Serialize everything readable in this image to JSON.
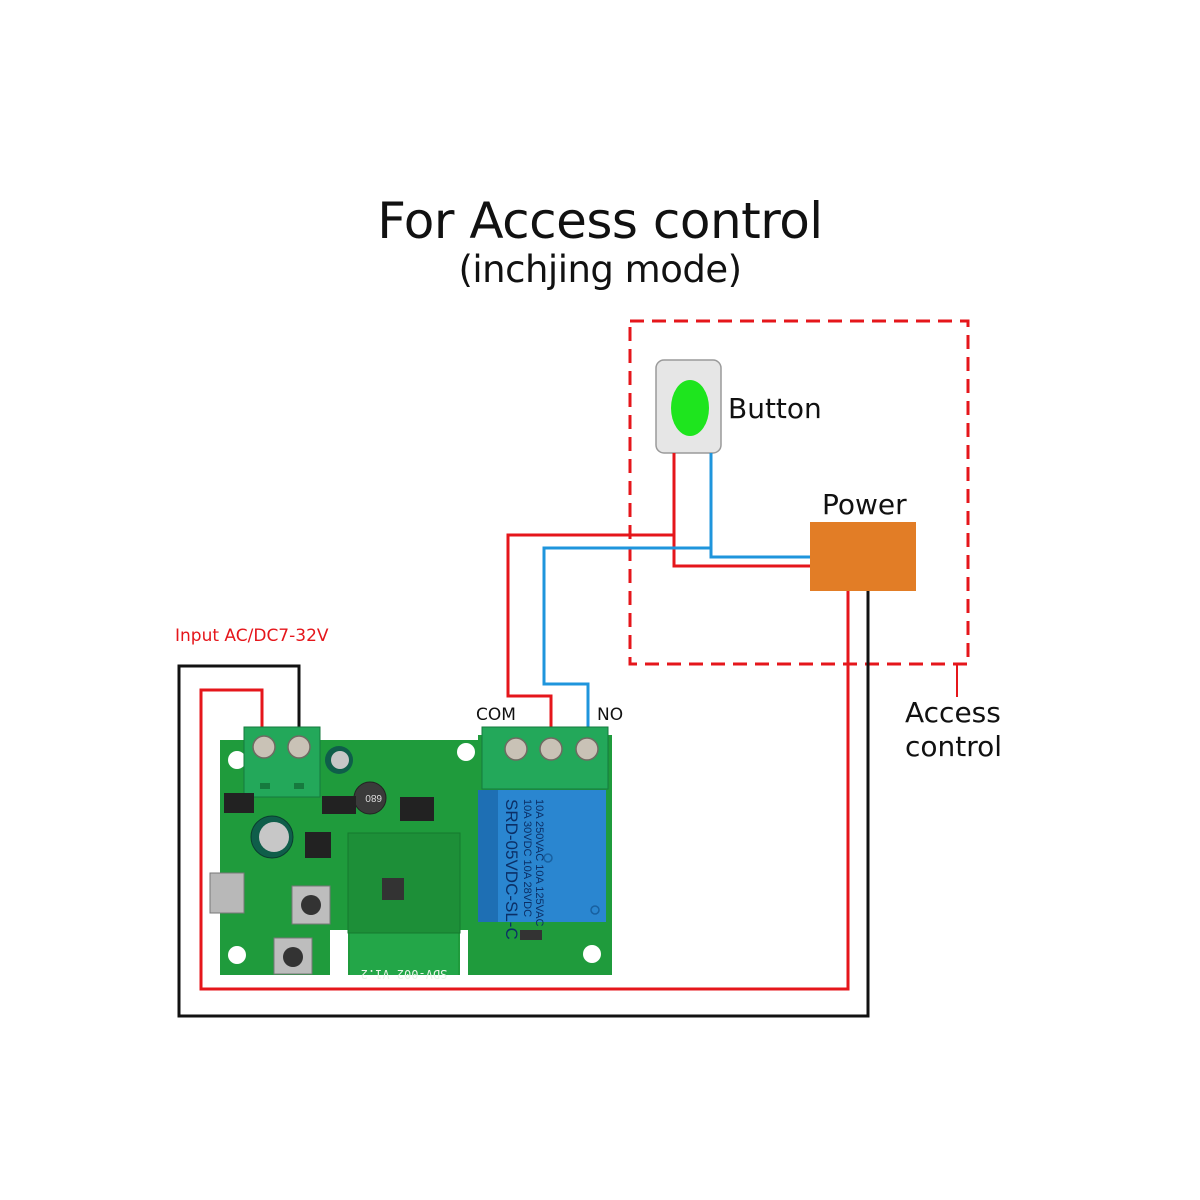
{
  "title": "For Access control",
  "subtitle": "(inchjing mode)",
  "labels": {
    "button": "Button",
    "power": "Power",
    "input": "Input AC/DC7-32V",
    "com": "COM",
    "no": "NO",
    "access_line1": "Access",
    "access_line2": "control"
  },
  "board": {
    "relay_text": [
      "10A 250VAC  10A 125VAC",
      "10A  30VDC  10A  28VDC",
      "SRD-05VDC-SL-C"
    ],
    "silkscreen": "SDV-002  V1.2",
    "inductor": "680"
  },
  "colors": {
    "wire_red": "#e5161b",
    "wire_blue": "#1f95dc",
    "wire_black": "#111111",
    "button_green": "#1ee51e",
    "power_orange": "#e27d26",
    "pcb_green": "#1f9b3c",
    "relay_blue": "#2a86d0",
    "terminal_green": "#23a85a",
    "dash_red": "#e5161b"
  }
}
